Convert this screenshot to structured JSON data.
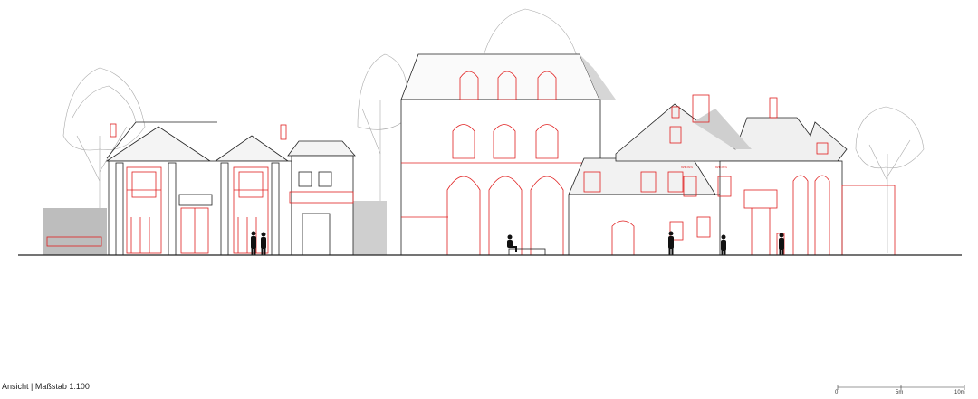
{
  "caption": "Ansicht | Maßstab 1:100",
  "scale_bar": {
    "labels": [
      "0",
      "5m",
      "10m"
    ]
  },
  "signs": {
    "left": "WEISS",
    "right": "WEISS"
  },
  "colors": {
    "outline": "#222222",
    "accent": "#e02020",
    "shadow": "#bdbdbd",
    "tree": "#9a9a9a",
    "figure": "#111111"
  }
}
